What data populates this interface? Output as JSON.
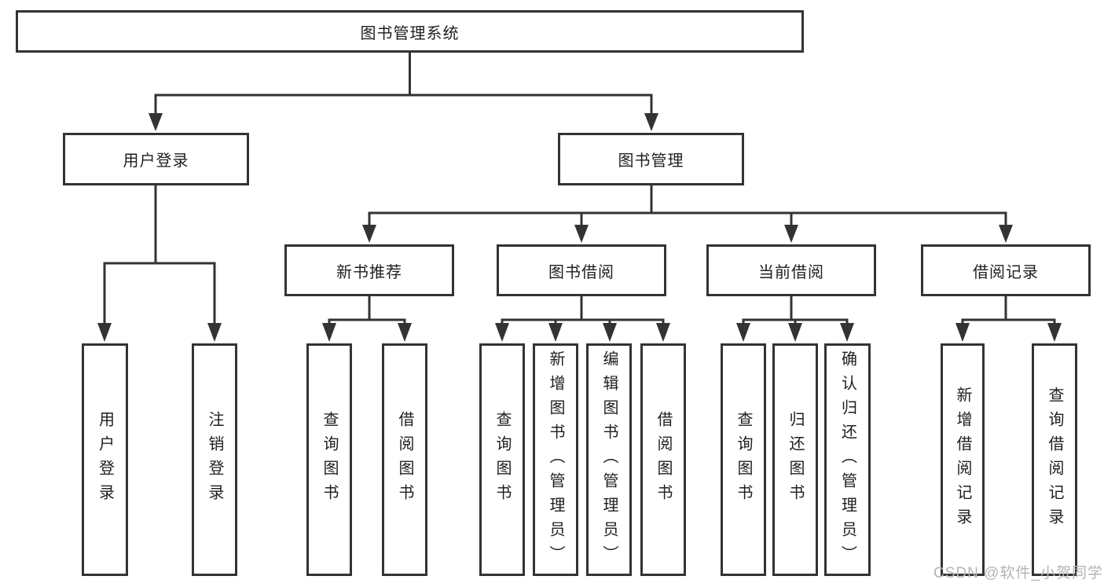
{
  "tree": {
    "root": {
      "label": "图书管理系统"
    },
    "branches": [
      {
        "label": "用户登录",
        "children": [
          {
            "label": "用户登录"
          },
          {
            "label": "注销登录"
          }
        ]
      },
      {
        "label": "图书管理",
        "sections": [
          {
            "label": "新书推荐",
            "children": [
              {
                "label": "查询图书"
              },
              {
                "label": "借阅图书"
              }
            ]
          },
          {
            "label": "图书借阅",
            "children": [
              {
                "label": "查询图书"
              },
              {
                "label": "新增图书（管理员）"
              },
              {
                "label": "编辑图书（管理员）"
              },
              {
                "label": "借阅图书"
              }
            ]
          },
          {
            "label": "当前借阅",
            "children": [
              {
                "label": "查询图书"
              },
              {
                "label": "归还图书"
              },
              {
                "label": "确认归还（管理员）"
              }
            ]
          },
          {
            "label": "借阅记录",
            "children": [
              {
                "label": "新增借阅记录"
              },
              {
                "label": "查询借阅记录"
              }
            ]
          }
        ]
      }
    ]
  },
  "watermark": {
    "text": "CSDN @软件_小贺同学"
  },
  "colors": {
    "line": "#333333",
    "box_border": "#333333",
    "box_fill": "#ffffff",
    "text": "#1f1f1f",
    "watermark": "#b5b5b5",
    "background": "#ffffff"
  }
}
